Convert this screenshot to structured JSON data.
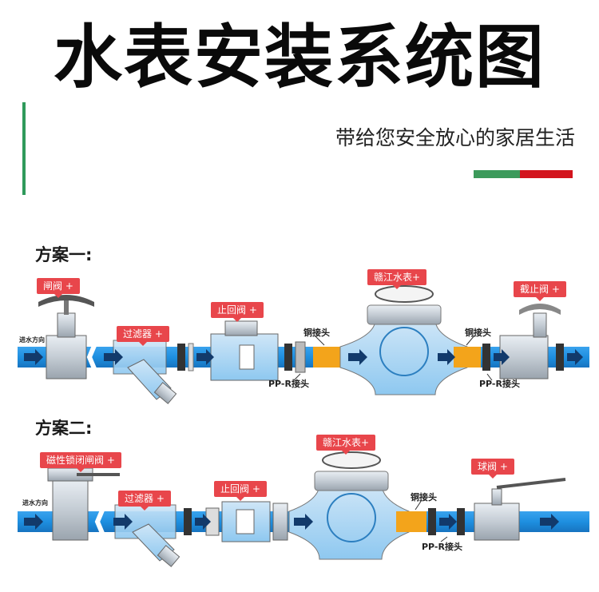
{
  "header": {
    "title": "水表安装系统图",
    "subtitle": "带给您安全放心的家居生活",
    "accent_green": "#3c9a5b",
    "accent_red": "#d3141d"
  },
  "plan1": {
    "title": "方案一:",
    "tags": {
      "gate_valve": "闸阀 +",
      "filter": "过滤器 +",
      "check_valve": "止回阀 +",
      "meter": "赣江水表+",
      "stop_valve": "截止阀 +"
    },
    "labels": {
      "inlet": "进水方向",
      "copper_left": "铜接头",
      "copper_right": "铜接头",
      "ppr_left": "PP-R接头",
      "ppr_right": "PP-R接头"
    }
  },
  "plan2": {
    "title": "方案二:",
    "tags": {
      "magnetic_valve": "磁性锁闭闸阀 +",
      "filter": "过滤器 +",
      "check_valve": "止回阀 +",
      "meter": "赣江水表+",
      "ball_valve": "球阀 +"
    },
    "labels": {
      "inlet": "进水方向",
      "copper": "铜接头",
      "ppr": "PP-R接头"
    }
  },
  "colors": {
    "pipe_blue": "#1e8fe0",
    "pipe_light": "#8ec8f0",
    "copper": "#f3a41b",
    "tag_red": "#e8464b"
  },
  "icons": {
    "flow_arrow": "arrow-right-icon",
    "meter_dial": "water-meter-icon",
    "valve_handle": "valve-handle-icon"
  }
}
